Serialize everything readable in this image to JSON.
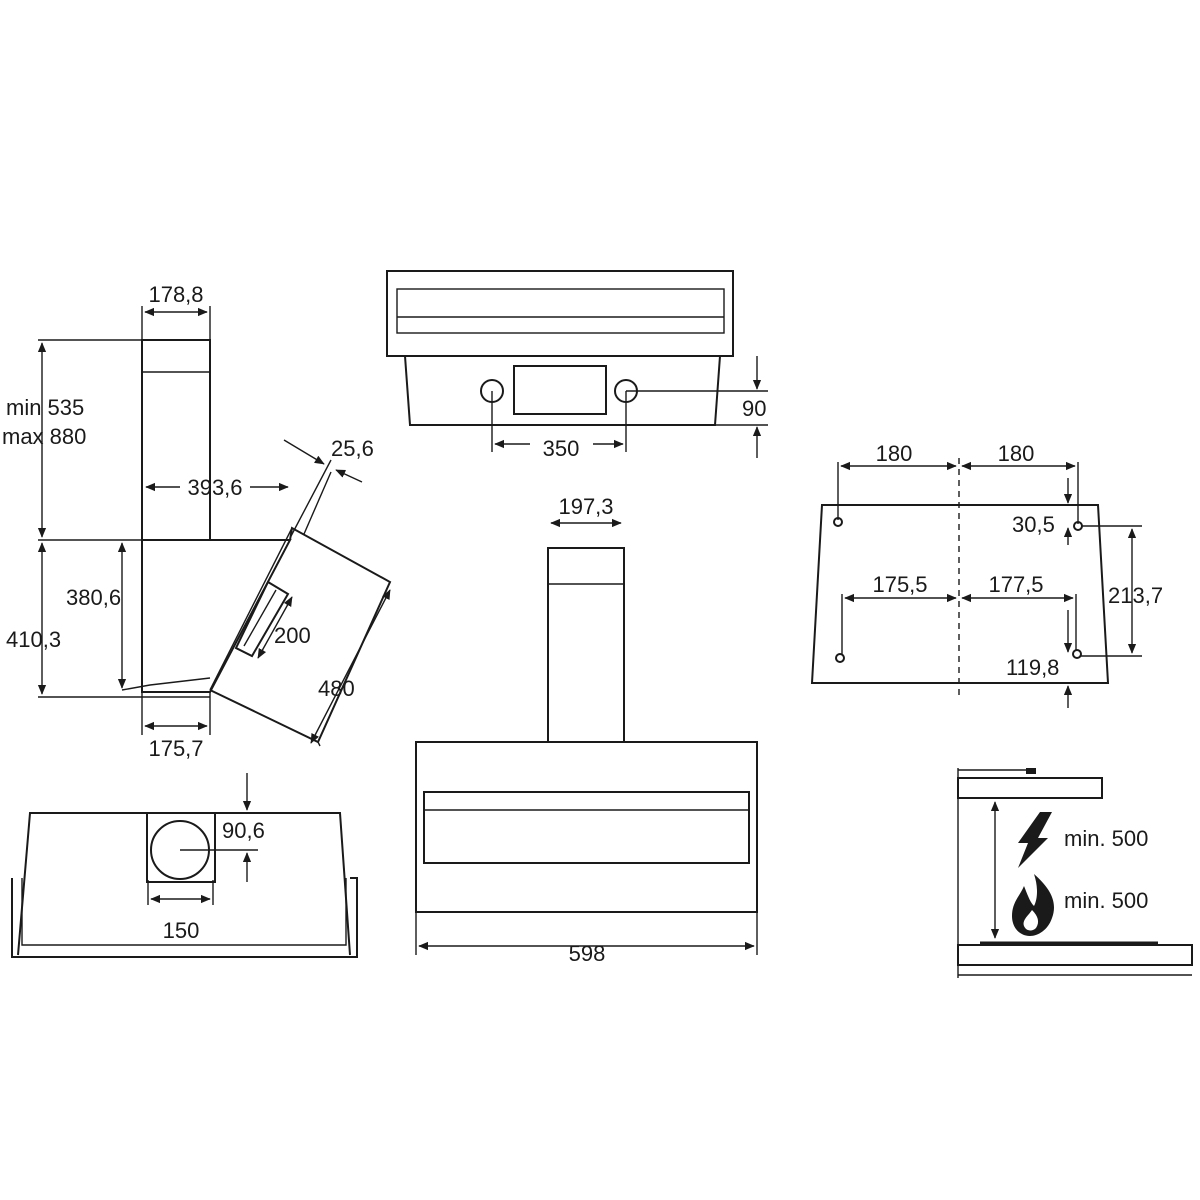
{
  "side_view": {
    "duct_width": "178,8",
    "height_min": "min 535",
    "height_max": "max 880",
    "depth": "393,6",
    "glass_thickness": "25,6",
    "hood_height_inner": "380,6",
    "hood_height_total": "410,3",
    "handle_length": "200",
    "glass_length": "480",
    "bottom_depth": "175,7"
  },
  "top_view": {
    "hole_spacing": "350",
    "front_depth": "90"
  },
  "bottom_view": {
    "outlet_offset": "90,6",
    "outlet_diameter": "150"
  },
  "front_view": {
    "duct_width": "197,3",
    "total_width": "598"
  },
  "bracket_view": {
    "left_half": "180",
    "right_half": "180",
    "top_hole_offset": "30,5",
    "lower_left": "175,5",
    "lower_right": "177,5",
    "vertical_spacing": "213,7",
    "bottom_offset": "119,8"
  },
  "clearance": {
    "electric": "min. 500",
    "gas": "min. 500"
  },
  "colors": {
    "line": "#1a1a1a",
    "background": "#ffffff"
  }
}
